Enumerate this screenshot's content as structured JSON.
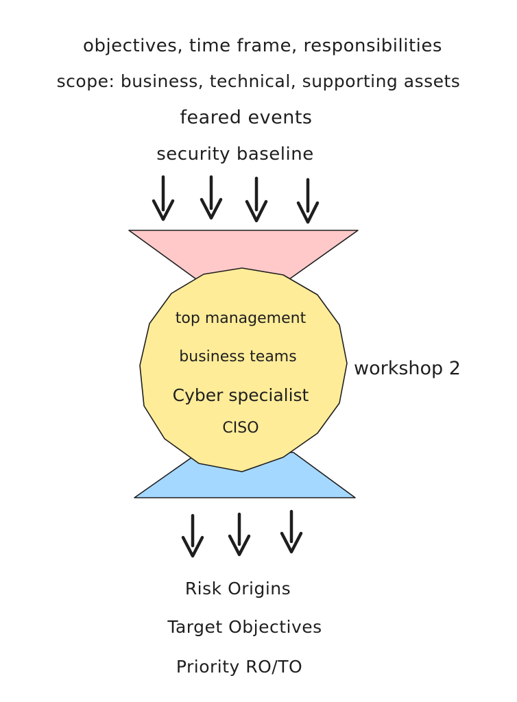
{
  "inputs": [
    "objectives, time frame, responsibilities",
    "scope: business, technical, supporting assets",
    "feared events",
    "security baseline"
  ],
  "participants": [
    "top management",
    "business teams",
    "Cyber specialist",
    "CISO"
  ],
  "workshop_label": "workshop 2",
  "outputs": [
    "Risk Origins",
    "Target Objectives",
    "Priority RO/TO"
  ],
  "colors": {
    "top_funnel": "#ffc9c9",
    "center_shape": "#ffec99",
    "bottom_funnel": "#a5d8ff",
    "stroke": "#1e1e1e"
  }
}
